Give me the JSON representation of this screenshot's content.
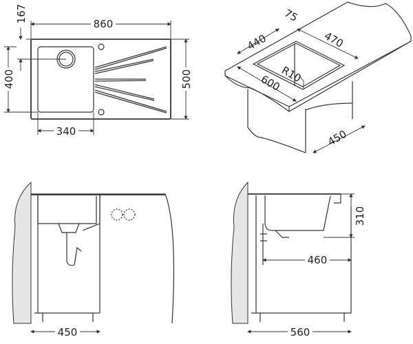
{
  "top_view": {
    "dim_width": "860",
    "dim_depth": "500",
    "dim_bowl_depth": "400",
    "dim_bowl_width": "340",
    "dim_drain_offset": "167"
  },
  "iso_view": {
    "dim_75": "75",
    "dim_440": "440",
    "dim_470": "470",
    "dim_radius": "R10",
    "dim_600": "600",
    "dim_450": "450"
  },
  "front_view": {
    "dim_450": "450"
  },
  "side_view": {
    "dim_310": "310",
    "dim_460": "460",
    "dim_560": "560"
  }
}
